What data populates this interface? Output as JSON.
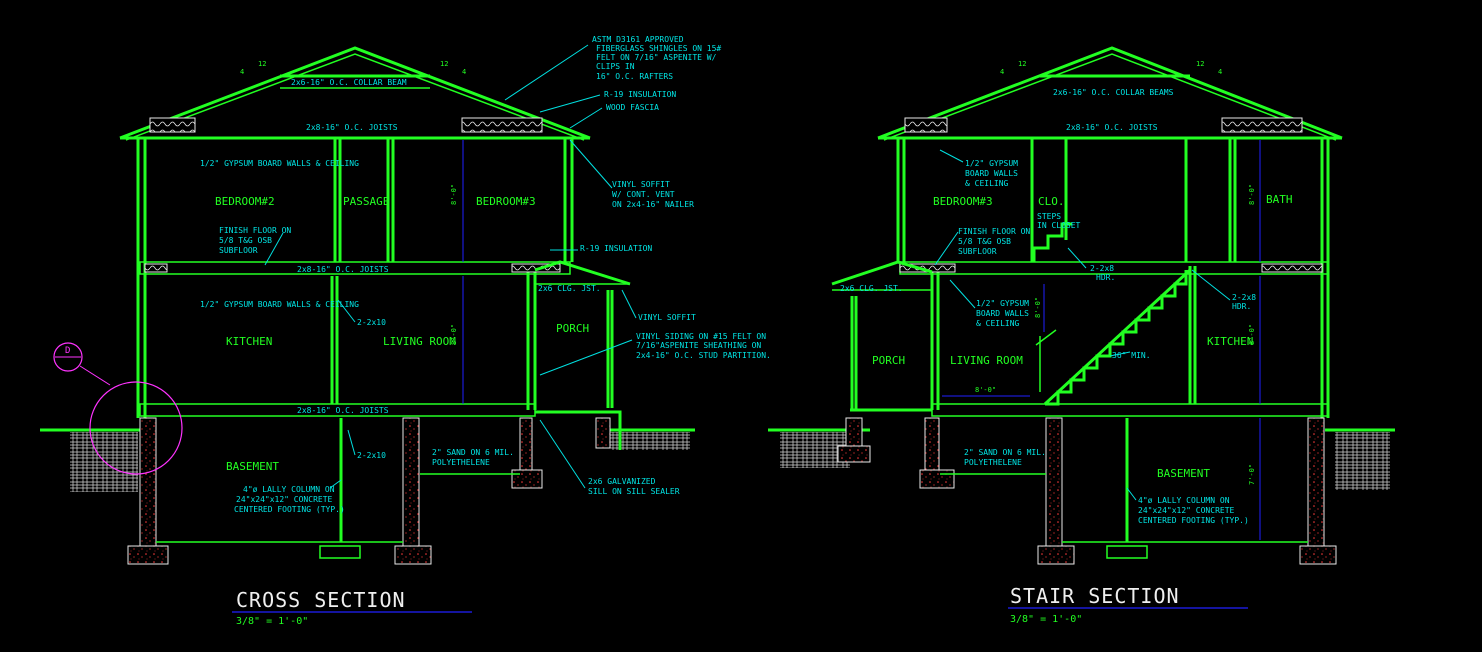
{
  "colors": {
    "background": "#000000",
    "structure": "#22ff22",
    "annotation": "#00e5e5",
    "title": "#f0f0f0",
    "dimension": "#2020ff",
    "callout": "#ff33ff"
  },
  "cross_section": {
    "title": "CROSS SECTION",
    "scale": "3/8\" = 1'-0\"",
    "notes": {
      "shingles": [
        "ASTM D3161 APPROVED",
        "FIBERGLASS SHINGLES ON 15#",
        "FELT ON 7/16\" ASPENITE W/",
        "CLIPS IN",
        "16\" O.C. RAFTERS"
      ],
      "r19_insulation_top": "R-19 INSULATION",
      "wood_fascia": "WOOD FASCIA",
      "vinyl_soffit_vent": [
        "VINYL SOFFIT",
        "W/ CONT. VENT",
        "ON 2x4-16\" NAILER"
      ],
      "r19_insulation_mid": "R-19 INSULATION",
      "vinyl_soffit": "VINYL SOFFIT",
      "vinyl_siding": [
        "VINYL SIDING ON #15 FELT ON",
        "7/16\"ASPENITE SHEATHING ON",
        "2x4-16\" O.C. STUD PARTITION."
      ],
      "sill": [
        "2x6 GALVANIZED",
        "SILL ON SILL SEALER"
      ],
      "sand": [
        "2\" SAND ON 6 MIL.",
        "POLYETHELENE"
      ],
      "lally": [
        "4\"ø LALLY COLUMN ON",
        "24\"x24\"x12\" CONCRETE",
        "CENTERED FOOTING (TYP.)"
      ],
      "finish_floor": [
        "FINISH FLOOR ON",
        "5/8 T&G OSB",
        "SUBFLOOR"
      ],
      "collar_beam": "2x6-16\" O.C. COLLAR BEAM",
      "joists_attic": "2x8-16\" O.C. JOISTS",
      "gypsum_upper": "1/2\" GYPSUM BOARD WALLS & CEILING",
      "joists_second": "2x8-16\" O.C. JOISTS",
      "gypsum_lower": "1/2\" GYPSUM BOARD WALLS & CEILING",
      "joists_first": "2x8-16\" O.C. JOISTS",
      "porch_joist": "2x6 CLG. JST.",
      "hdr_upper": "2-2x10",
      "hdr_lower": "2-2x10",
      "callout_letter": "D",
      "dim_upper": "8'-0\"",
      "dim_lower": "8'-0\"",
      "pitch_rise": "4",
      "pitch_run": "12"
    },
    "rooms": {
      "bedroom2": "BEDROOM#2",
      "passage": "PASSAGE",
      "bedroom3": "BEDROOM#3",
      "kitchen": "KITCHEN",
      "living": "LIVING ROOM",
      "porch": "PORCH",
      "basement": "BASEMENT"
    }
  },
  "stair_section": {
    "title": "STAIR SECTION",
    "scale": "3/8\" = 1'-0\"",
    "notes": {
      "collar_beams": "2x6-16\" O.C. COLLAR BEAMS",
      "joists_attic": "2x8-16\" O.C. JOISTS",
      "gypsum_upper": [
        "1/2\" GYPSUM",
        "BOARD WALLS",
        "& CEILING"
      ],
      "finish_floor": [
        "FINISH FLOOR ON",
        "5/8 T&G OSB",
        "SUBFLOOR"
      ],
      "steps_closet": [
        "STEPS",
        "IN CLOSET"
      ],
      "hdr_a": [
        "2-2x8",
        "HDR."
      ],
      "hdr_b": [
        "2-2x8",
        "HDR."
      ],
      "porch_joist": "2x6 CLG. JST.",
      "gypsum_lower": [
        "1/2\" GYPSUM",
        "BOARD WALLS",
        "& CEILING"
      ],
      "stair_min": "36\" MIN.",
      "sand": [
        "2\" SAND ON 6 MIL.",
        "POLYETHELENE"
      ],
      "lally": [
        "4\"ø LALLY COLUMN ON",
        "24\"x24\"x12\" CONCRETE",
        "CENTERED FOOTING (TYP.)"
      ],
      "dim_upper": "8'-0\"",
      "dim_lower": "8'-0\"",
      "dim_base": "7'-0\"",
      "dim_opening": "8'-0\"",
      "dim_landing": "8'-0\"",
      "pitch_rise": "4",
      "pitch_run": "12"
    },
    "rooms": {
      "bedroom3": "BEDROOM#3",
      "clo": "CLO.",
      "bath": "BATH",
      "porch": "PORCH",
      "living": "LIVING ROOM",
      "kitchen": "KITCHEN",
      "basement": "BASEMENT"
    }
  }
}
